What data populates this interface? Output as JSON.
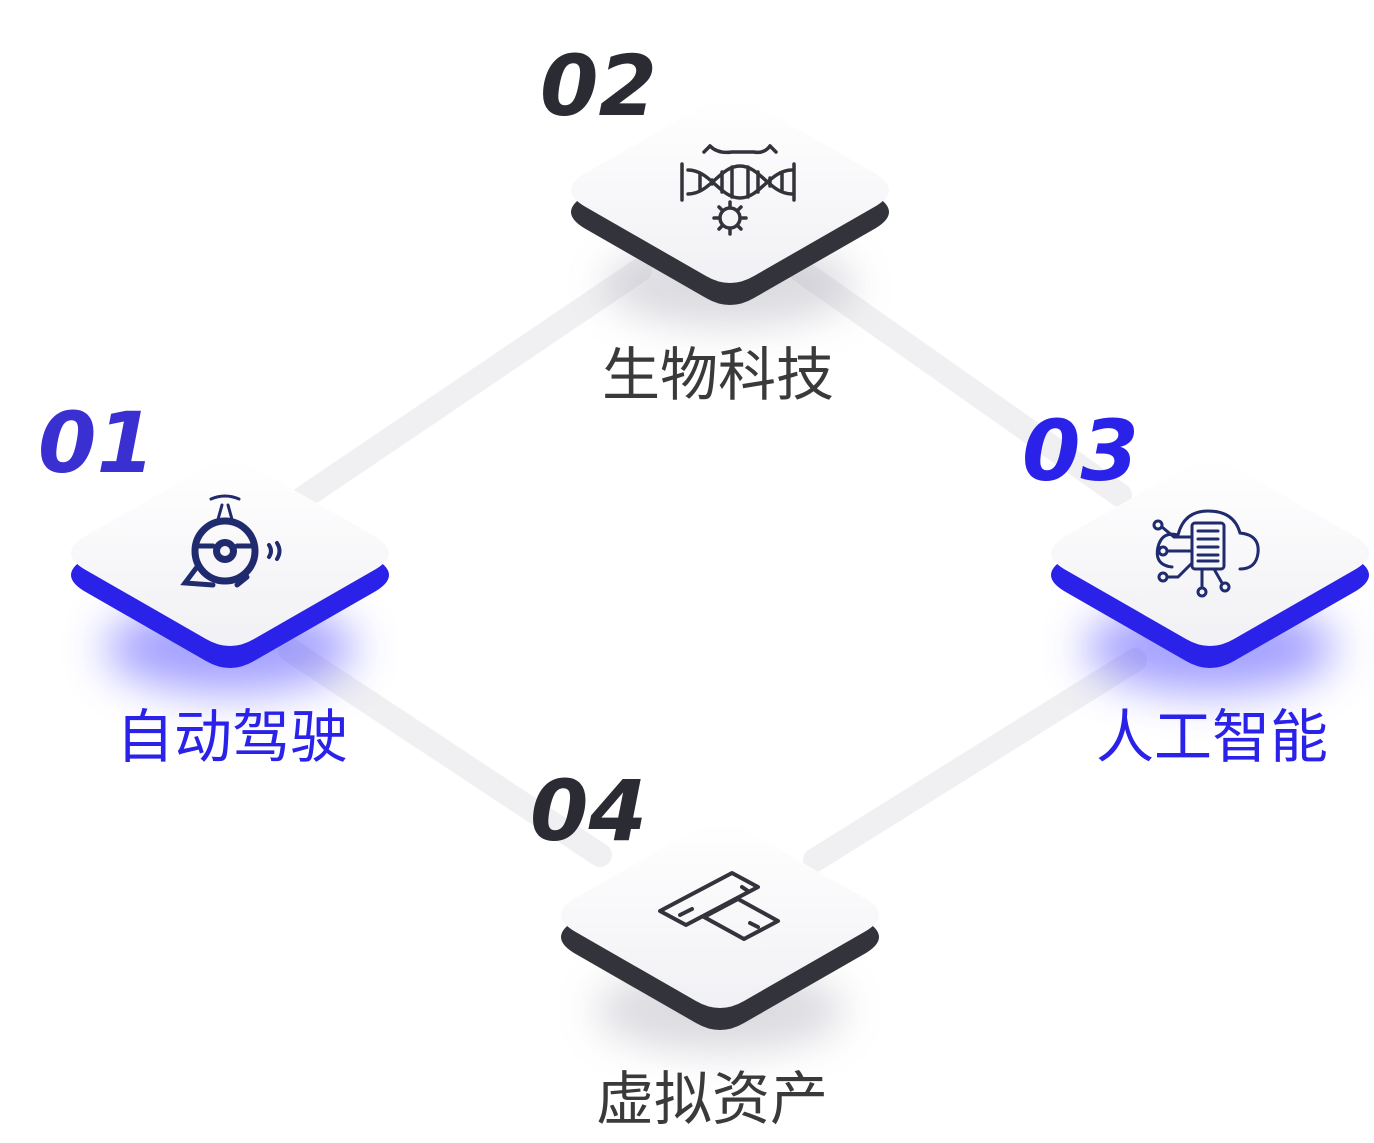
{
  "nodes": [
    {
      "id": "01",
      "number": "01",
      "label": "自动驾驶",
      "icon": "autonomous-driving-icon",
      "accent": "#2a22e8",
      "number_color": "#3a2fd0",
      "active": true
    },
    {
      "id": "02",
      "number": "02",
      "label": "生物科技",
      "icon": "dna-gear-icon",
      "accent": "#33333b",
      "number_color": "#2b2b33",
      "active": false
    },
    {
      "id": "03",
      "number": "03",
      "label": "人工智能",
      "icon": "cloud-server-circuit-icon",
      "accent": "#2a22e8",
      "number_color": "#2a22e8",
      "active": true
    },
    {
      "id": "04",
      "number": "04",
      "label": "虚拟资产",
      "icon": "asset-card-icon",
      "accent": "#33333b",
      "number_color": "#2b2b33",
      "active": false
    }
  ],
  "connections": [
    [
      "01",
      "02"
    ],
    [
      "02",
      "03"
    ],
    [
      "03",
      "04"
    ],
    [
      "04",
      "01"
    ]
  ],
  "colors": {
    "active": "#2a22e8",
    "inactive": "#33333b",
    "connector": "#f1f1f3",
    "tile_face": "#f7f7fa"
  }
}
